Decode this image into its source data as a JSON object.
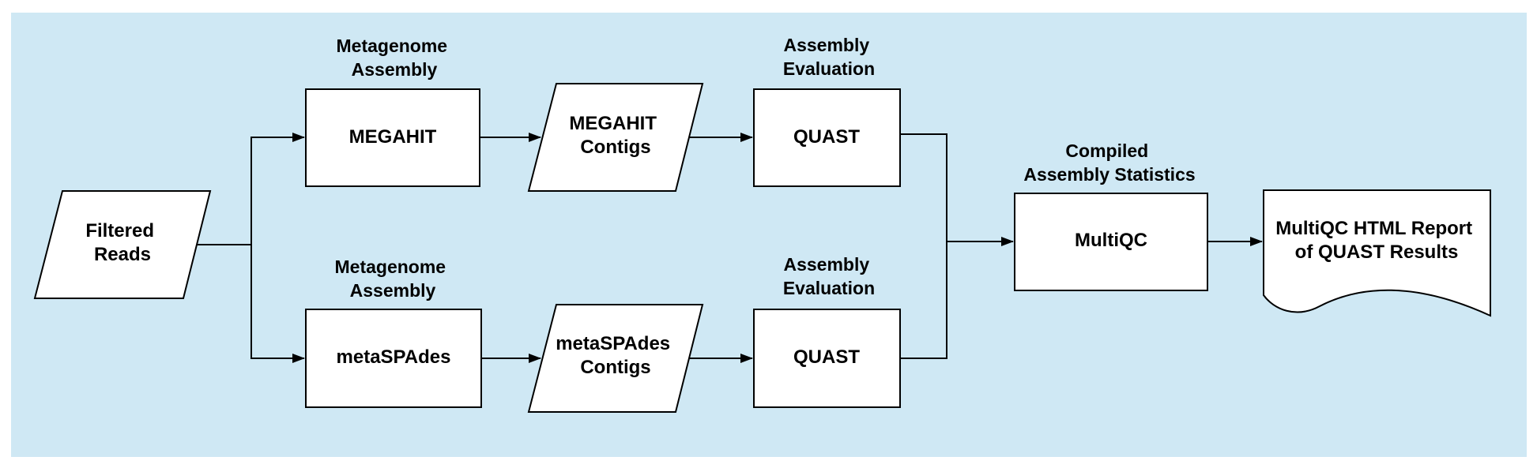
{
  "colors": {
    "background": "#cfe8f4",
    "shape_fill": "#ffffff",
    "stroke": "#000000",
    "text": "#000000"
  },
  "nodes": {
    "filtered_reads": [
      "Filtered",
      "Reads"
    ],
    "megahit": [
      "MEGAHIT"
    ],
    "megahit_contigs": [
      "MEGAHIT",
      "Contigs"
    ],
    "quast_top": [
      "QUAST"
    ],
    "metaspades": [
      "metaSPAdes"
    ],
    "metaspades_contigs": [
      "metaSPAdes",
      "Contigs"
    ],
    "quast_bottom": [
      "QUAST"
    ],
    "multiqc": [
      "MultiQC"
    ],
    "report": [
      "MultiQC HTML Report",
      "of QUAST Results"
    ]
  },
  "labels": {
    "assembly_top": [
      "Metagenome",
      "Assembly"
    ],
    "evaluation_top": [
      "Assembly",
      "Evaluation"
    ],
    "assembly_bottom": [
      "Metagenome",
      "Assembly"
    ],
    "evaluation_bottom": [
      "Assembly",
      "Evaluation"
    ],
    "compiled": [
      "Compiled",
      "Assembly Statistics"
    ]
  }
}
